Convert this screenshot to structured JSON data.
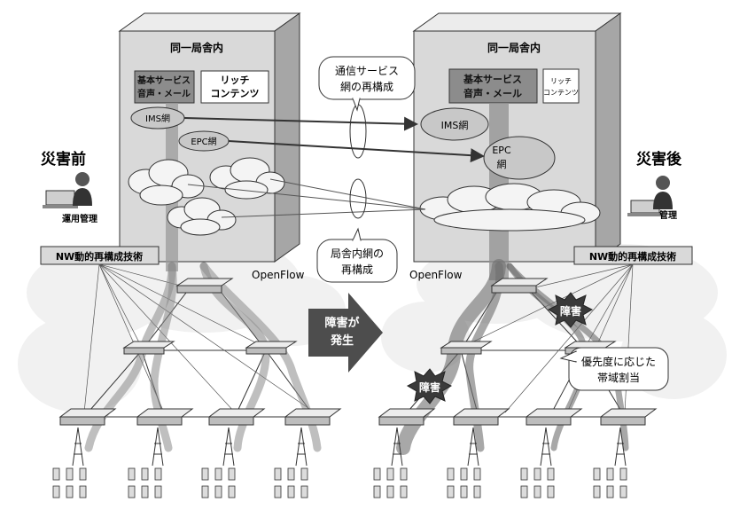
{
  "left_panel": {
    "title": "同一局舎内",
    "basic_service_line1": "基本サービス",
    "basic_service_line2": "音声・メール",
    "rich_line1": "リッチ",
    "rich_line2": "コンテンツ",
    "ims": "IMS網",
    "epc": "EPC網"
  },
  "right_panel": {
    "title": "同一局舎内",
    "basic_service_line1": "基本サービス",
    "basic_service_line2": "音声・メール",
    "rich_line1": "リッチ",
    "rich_line2": "コンテンツ",
    "ims": "IMS網",
    "epc_line1": "EPC",
    "epc_line2": "網"
  },
  "callouts": {
    "service_reconfig_line1": "通信サービス",
    "service_reconfig_line2": "網の再構成",
    "intra_reconfig_line1": "局舎内網の",
    "intra_reconfig_line2": "再構成",
    "priority_line1": "優先度に応じた",
    "priority_line2": "帯域割当"
  },
  "labels": {
    "before": "災害前",
    "after": "災害後",
    "ops_left": "運用管理",
    "ops_right": "管理",
    "nw_tech_left": "NW動的再構成技術",
    "nw_tech_right": "NW動的再構成技術",
    "openflow_left": "OpenFlow",
    "openflow_right": "OpenFlow",
    "failure_arrow_line1": "障害が",
    "failure_arrow_line2": "発生",
    "fault_badge_1": "障害",
    "fault_badge_2": "障害"
  },
  "colors": {
    "building_face": "#d9d9d9",
    "building_side": "#a6a6a6",
    "building_top": "#ececec",
    "cloud_fill": "#efefef",
    "arrow_fill": "#4d4d4d",
    "badge_fill": "#3a3a3a"
  }
}
